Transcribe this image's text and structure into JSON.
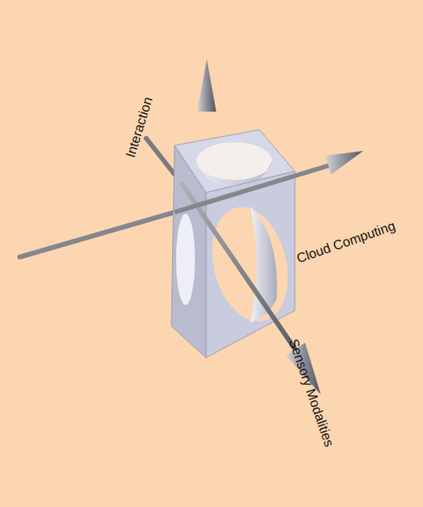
{
  "diagram": {
    "labels": [
      "Interaction",
      "Cloud Computing",
      "Sensory Modalities"
    ]
  }
}
